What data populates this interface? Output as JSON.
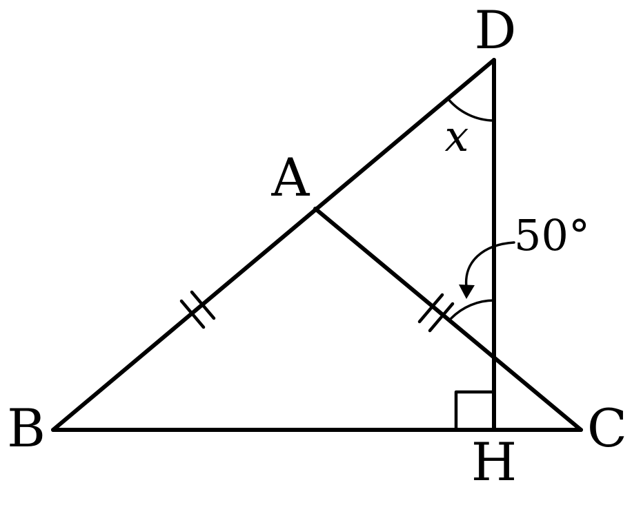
{
  "points": {
    "A": "A",
    "B": "B",
    "C": "C",
    "D": "D",
    "H": "H"
  },
  "angles": {
    "unknown": "x",
    "given": "50°"
  },
  "colors": {
    "ink": "#000000",
    "background": "#ffffff"
  }
}
